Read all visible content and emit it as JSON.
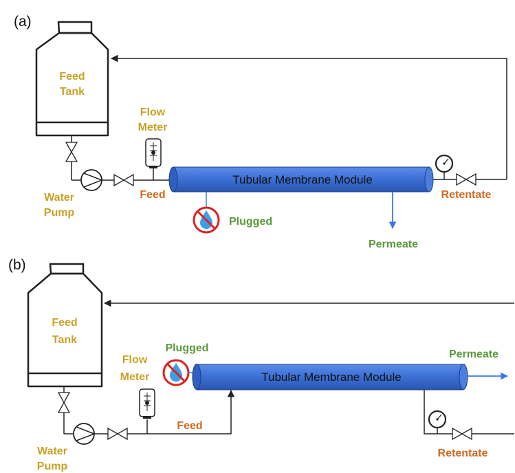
{
  "colors": {
    "tank_label": "#c9a227",
    "flow_meter_label": "#c9a227",
    "feed_label": "#d2691e",
    "retentate_label": "#d2691e",
    "plugged_label": "#5b9a3c",
    "permeate_label": "#5b9a3c",
    "module_fill": "#3b6fd4",
    "permeate_arrow": "#3a7ae0",
    "no_sign": "#e02020",
    "drop": "#3aa0e8",
    "line": "#222222"
  },
  "panel_a": {
    "letter": "(a)",
    "tank_label_line1": "Feed",
    "tank_label_line2": "Tank",
    "flow_meter_line1": "Flow",
    "flow_meter_line2": "Meter",
    "pump_line1": "Water",
    "pump_line2": "Pump",
    "feed": "Feed",
    "module": "Tubular Membrane Module",
    "retentate": "Retentate",
    "plugged": "Plugged",
    "permeate": "Permeate"
  },
  "panel_b": {
    "letter": "(b)",
    "tank_label_line1": "Feed",
    "tank_label_line2": "Tank",
    "flow_meter_line1": "Flow",
    "flow_meter_line2": "Meter",
    "pump_line1": "Water",
    "pump_line2": "Pump",
    "feed": "Feed",
    "module": "Tubular Membrane Module",
    "retentate": "Retentate",
    "plugged": "Plugged",
    "permeate": "Permeate"
  },
  "icons": [
    "feed-tank-icon",
    "valve-icon",
    "water-pump-icon",
    "flow-meter-icon",
    "pressure-gauge-icon",
    "plugged-sign-icon",
    "water-drop-icon"
  ]
}
